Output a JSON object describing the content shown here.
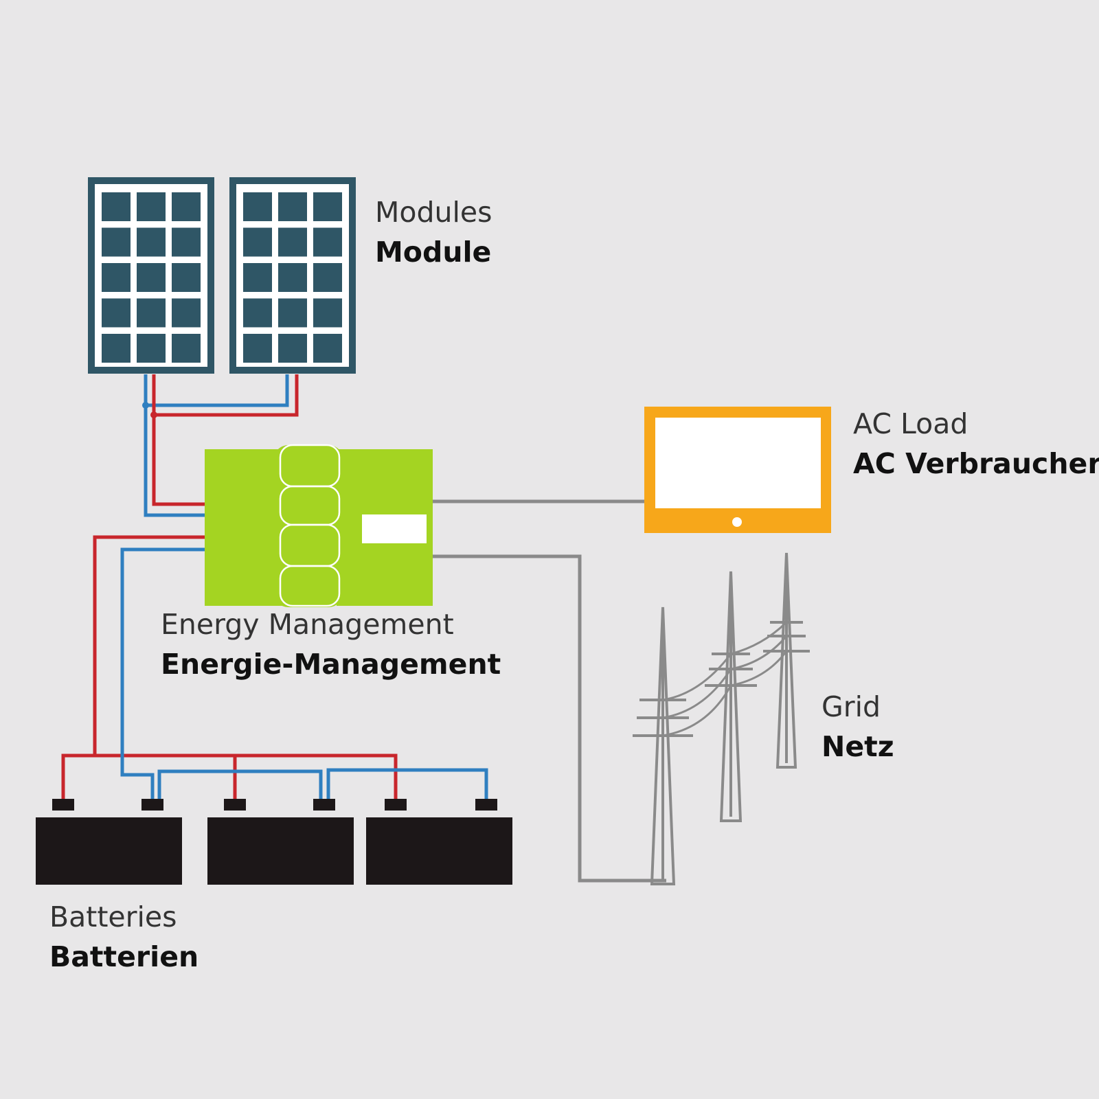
{
  "colors": {
    "background": "#e8e7e8",
    "module_frame": "#2f5666",
    "module_cell": "#2f5666",
    "dc_positive": "#c8262c",
    "dc_negative": "#2f7fc0",
    "ac_line": "#8a8a8a",
    "energy_management": "#a4d422",
    "ac_load": "#f7a71a",
    "battery": "#1c1718",
    "pylon": "#8a8a8a",
    "label_regular": "#333333",
    "label_bold": "#111111"
  },
  "labels": {
    "modules": {
      "en": "Modules",
      "de": "Module"
    },
    "ac_load": {
      "en": "AC Load",
      "de": "AC Verbraucher"
    },
    "energy": {
      "en": "Energy Management",
      "de": "Energie-Management"
    },
    "grid": {
      "en": "Grid",
      "de": "Netz"
    },
    "batteries": {
      "en": "Batteries",
      "de": "Batterien"
    }
  },
  "icons": {
    "solar_modules": "solar-panel-icon",
    "energy_management": "inverter-icon",
    "ac_load": "monitor-icon",
    "grid": "power-pylon-icon",
    "batteries": "battery-icon"
  }
}
